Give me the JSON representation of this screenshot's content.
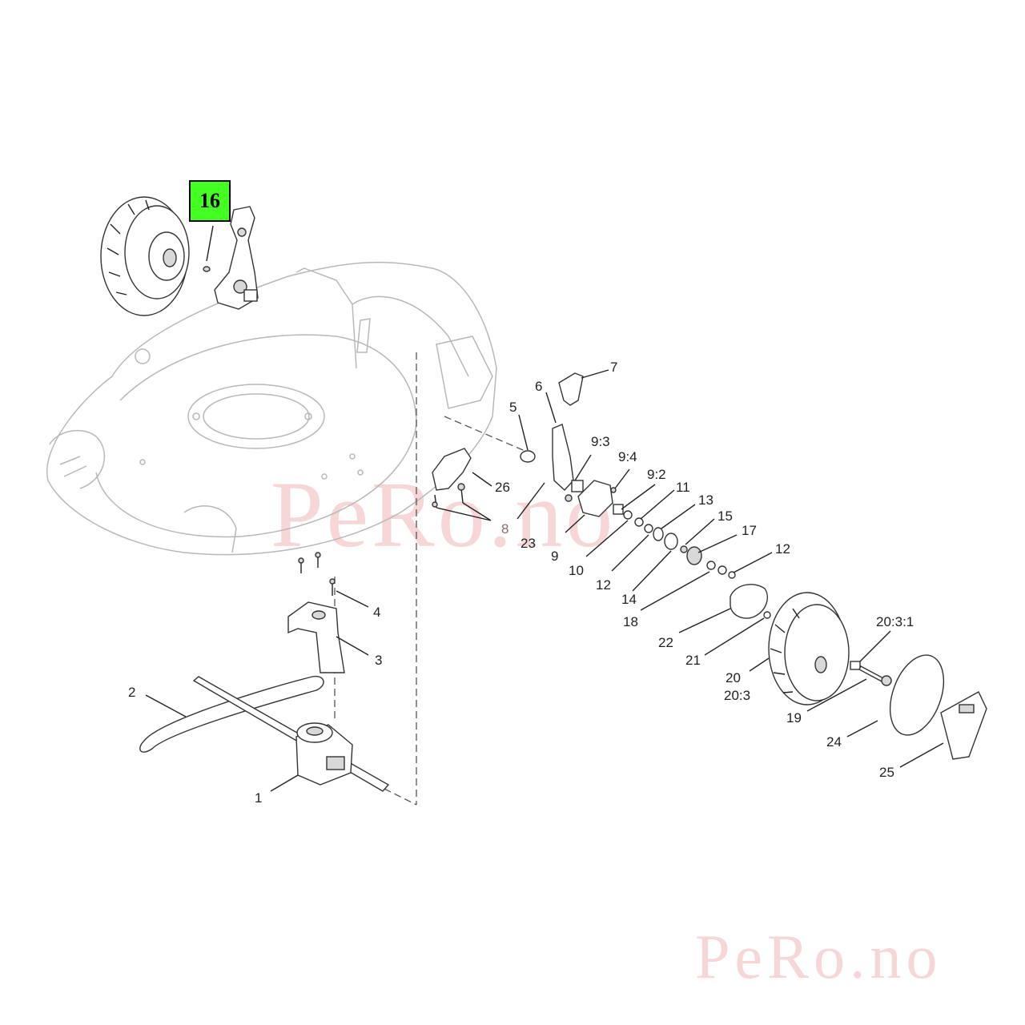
{
  "highlight_label": "16",
  "watermark_center": "PeRo.no",
  "watermark_corner": "PeRo.no",
  "callouts": {
    "c1": "1",
    "c2": "2",
    "c3": "3",
    "c4": "4",
    "c5": "5",
    "c6": "6",
    "c7": "7",
    "c8": "8",
    "c9": "9",
    "c9_3": "9:3",
    "c9_4": "9:4",
    "c9_2": "9:2",
    "c10": "10",
    "c11": "11",
    "c12a": "12",
    "c12b": "12",
    "c13": "13",
    "c14": "14",
    "c15": "15",
    "c17": "17",
    "c18": "18",
    "c19": "19",
    "c20": "20",
    "c20_3": "20:3",
    "c20_3_1": "20:3:1",
    "c21": "21",
    "c22": "22",
    "c23": "23",
    "c24": "24",
    "c25": "25",
    "c26": "26"
  },
  "colors": {
    "highlight_fill": "#44ff22",
    "watermark": "#f6d6d6",
    "line": "#222222"
  }
}
